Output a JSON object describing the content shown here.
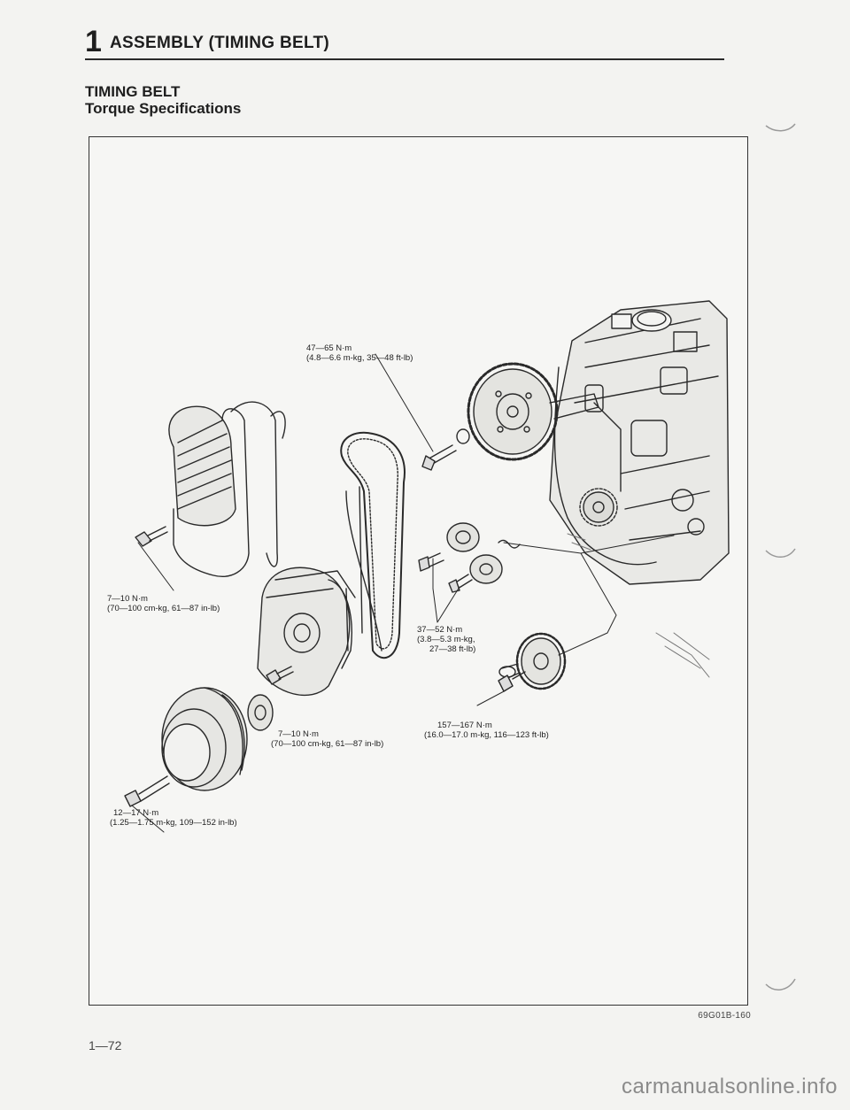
{
  "header": {
    "chapter_number": "1",
    "chapter_title": "ASSEMBLY (TIMING BELT)"
  },
  "section": {
    "title": "TIMING BELT",
    "subtitle": "Torque Specifications"
  },
  "figure": {
    "callouts": {
      "camshaft_pulley_bolt": {
        "line1": "47—65 N·m",
        "line2": "(4.8—6.6 m-kg, 35—48 ft-lb)"
      },
      "upper_cover_bolt": {
        "line1": "7—10 N·m",
        "line2": "(70—100 cm-kg, 61—87 in-lb)"
      },
      "tensioner_bolt": {
        "line1": "37—52 N·m",
        "line2": "(3.8—5.3 m-kg,",
        "line3": "27—38 ft-lb)"
      },
      "lower_cover_bolt": {
        "line1": "7—10 N·m",
        "line2": "(70—100 cm-kg, 61—87 in-lb)"
      },
      "crankshaft_pulley_lock_bolt": {
        "line1": "157—167 N·m",
        "line2": "(16.0—17.0 m-kg, 116—123 ft-lb)"
      },
      "crankshaft_pulley_bolt": {
        "line1": "12—17 N·m",
        "line2": "(1.25—1.75 m-kg, 109—152 in-lb)"
      }
    },
    "code": "69G01B-160"
  },
  "footer": {
    "page_number": "1—72",
    "watermark": "carmanualsonline.info"
  }
}
